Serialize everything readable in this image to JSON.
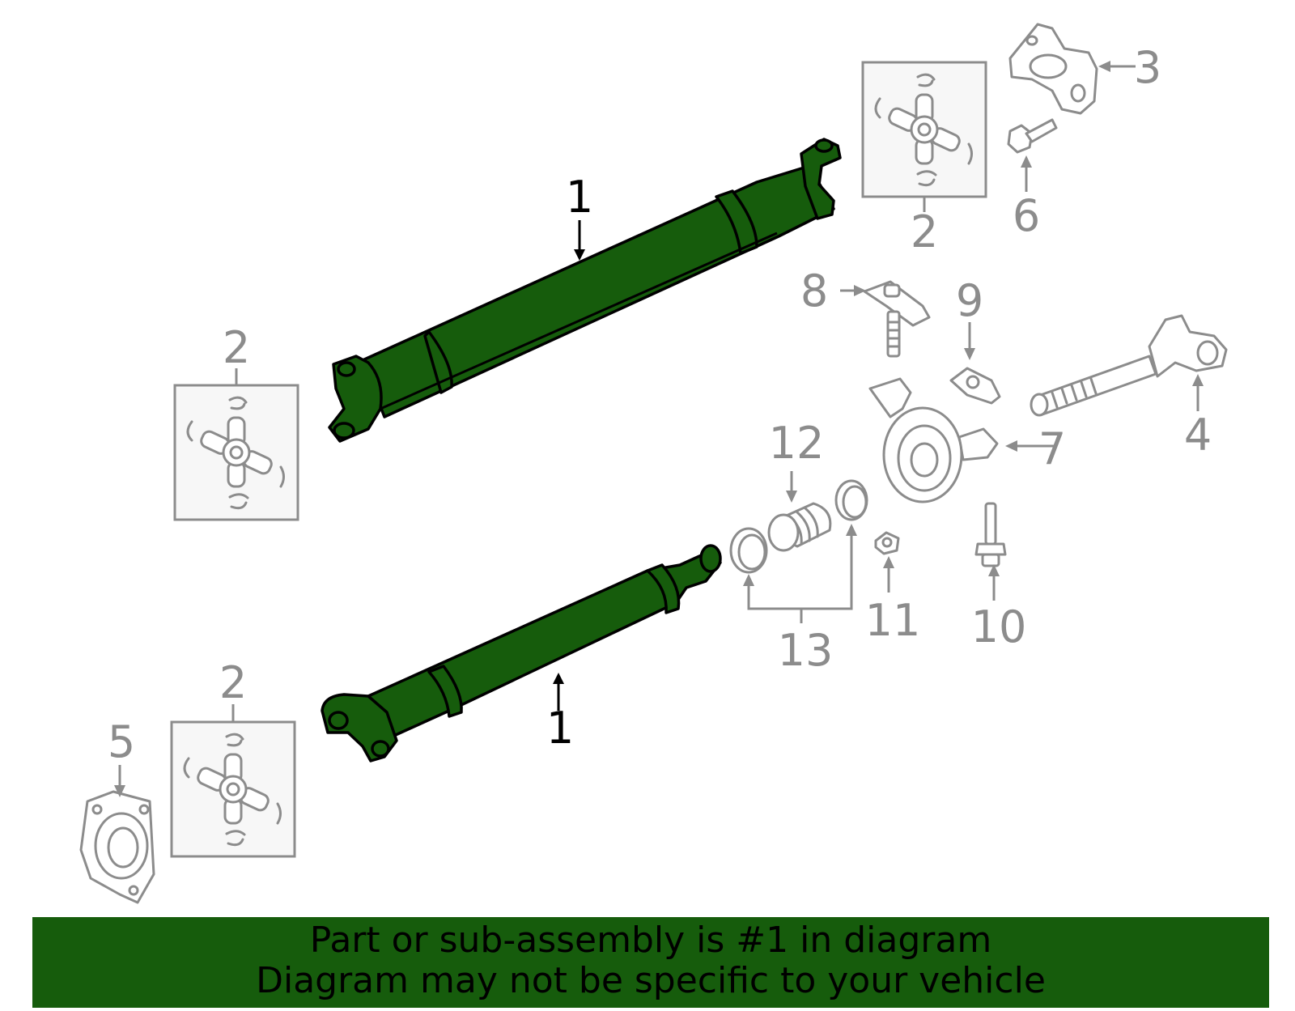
{
  "colors": {
    "highlight": "#165c0c",
    "part_outline": "#8c8c8c",
    "banner_bg": "#165c0c",
    "banner_text": "#000000"
  },
  "callouts": {
    "c1_top": "1",
    "c1_bottom": "1",
    "c2_left": "2",
    "c2_bottom": "2",
    "c2_top_right": "2",
    "c3": "3",
    "c4": "4",
    "c5": "5",
    "c6": "6",
    "c7": "7",
    "c8": "8",
    "c9": "9",
    "c10": "10",
    "c11": "11",
    "c12": "12",
    "c13": "13"
  },
  "banner": {
    "line1": "Part or sub-assembly is #1 in diagram",
    "line2": "Diagram may not be specific to your vehicle"
  }
}
